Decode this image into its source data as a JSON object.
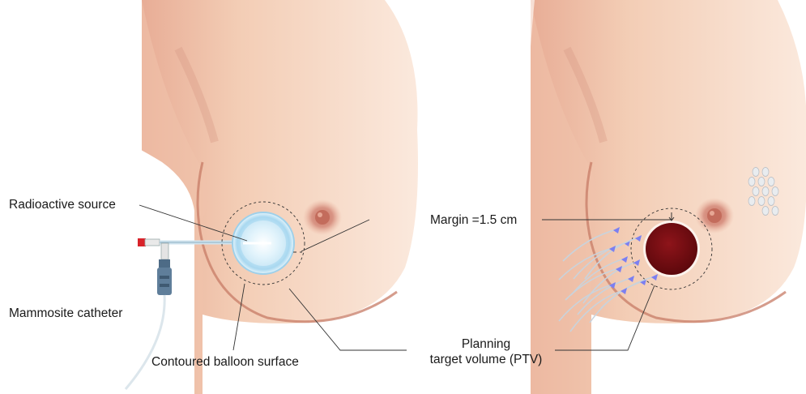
{
  "labels": {
    "radioactive_source": "Radioactive source",
    "mammosite_catheter": "Mammosite catheter",
    "contoured_balloon_surface": "Contoured balloon surface",
    "margin": "Margin =1.5 cm",
    "ptv_line1": "Planning",
    "ptv_line2": "target",
    "ptv_line3": "volume (PTV)"
  },
  "colors": {
    "skin": "#f3cdb5",
    "skin_shadow": "#d99c85",
    "areola": "#d38a78",
    "balloon": "#bfe3f5",
    "tumor_bed": "#7a0d12",
    "catheter_tip": "#d8232a",
    "catheter_hub": "#5f7e9a",
    "needle_tip": "#7c7ff0",
    "seeds": "#e9ecef",
    "leader_line": "#333333"
  },
  "icons": {
    "catheter": "catheter-icon",
    "balloon": "balloon-icon",
    "needles": "needle-icon",
    "seeds": "seed-icon"
  }
}
